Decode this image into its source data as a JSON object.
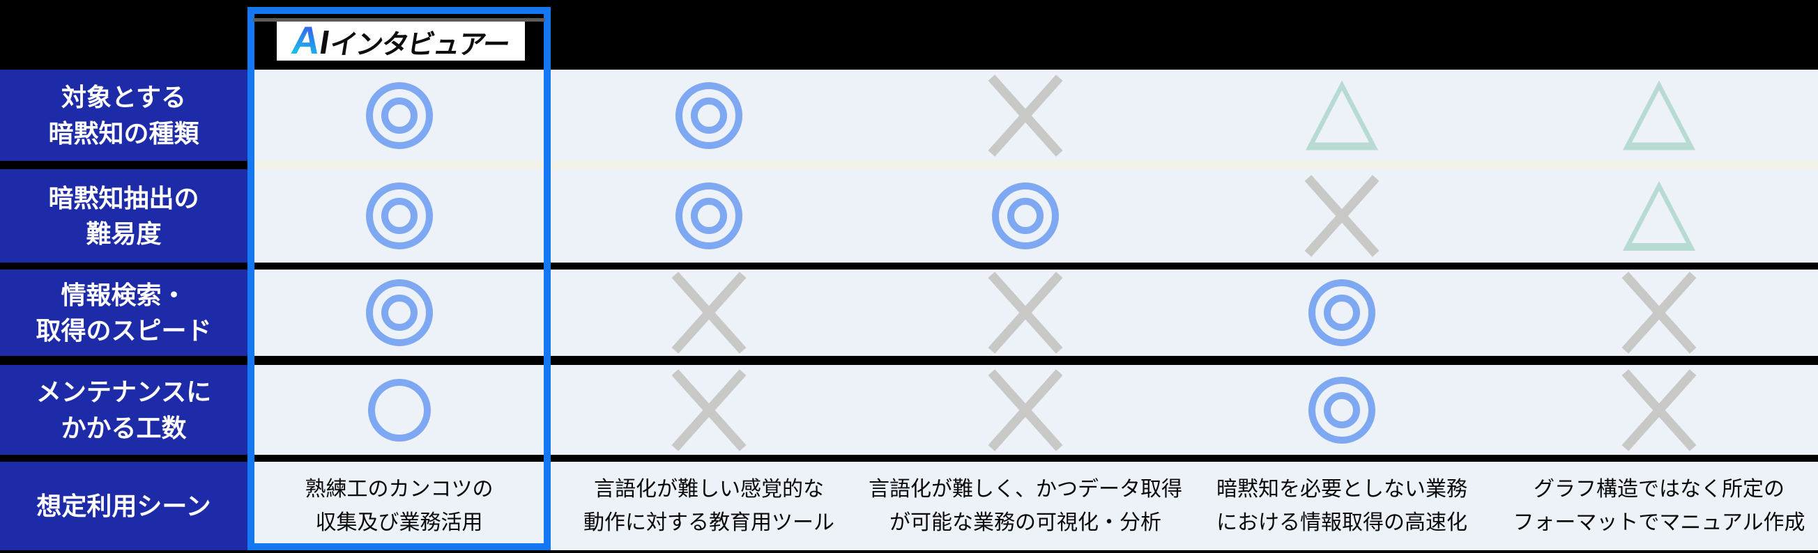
{
  "title": "AIインタビュアー competitor comparison matrix",
  "logo": {
    "a": "A",
    "i": "I",
    "kana": "インタビュアー",
    "full": "AIインタビュアー"
  },
  "colors": {
    "background": "#000000",
    "row_header_bg": "#1e2ba8",
    "row_header_text": "#ffffff",
    "cell_bg": "#edf1f8",
    "highlight_border": "#1478f2",
    "symbol_blue": "#7ea8f1",
    "symbol_gray": "#c8c8c6",
    "symbol_teal": "#b7dad3",
    "light_separator": "#f2f2e8",
    "logo_gradient_top": "#3b50ee",
    "logo_gradient_bottom": "#16c4ea"
  },
  "rows": [
    {
      "label": [
        "対象とする",
        "暗黙知の種類"
      ],
      "cells": [
        "double-circle",
        "double-circle",
        "cross",
        "triangle",
        "triangle"
      ]
    },
    {
      "label": [
        "暗黙知抽出の",
        "難易度"
      ],
      "cells": [
        "double-circle",
        "double-circle",
        "double-circle",
        "cross",
        "triangle"
      ]
    },
    {
      "label": [
        "情報検索・",
        "取得のスピード"
      ],
      "cells": [
        "double-circle",
        "cross",
        "cross",
        "double-circle",
        "cross"
      ]
    },
    {
      "label": [
        "メンテナンスに",
        "かかる工数"
      ],
      "cells": [
        "circle",
        "cross",
        "cross",
        "double-circle",
        "cross"
      ]
    },
    {
      "label": [
        "想定利用シーン"
      ],
      "cells": [
        [
          "熟練工のカンコツの",
          "収集及び業務活用"
        ],
        [
          "言語化が難しい感覚的な",
          "動作に対する教育用ツール"
        ],
        [
          "言語化が難しく、かつデータ取得",
          "が可能な業務の可視化・分析"
        ],
        [
          "暗黙知を必要としない業務",
          "における情報取得の高速化"
        ],
        [
          "グラフ構造ではなく所定の",
          "フォーマットでマニュアル作成"
        ]
      ]
    }
  ],
  "chart_data": {
    "type": "table",
    "title": "AIインタビュアー comparison table",
    "columns": [
      "AIインタビュアー",
      "",
      "",
      "",
      ""
    ],
    "highlighted_column_index": 0,
    "row_labels": [
      "対象とする暗黙知の種類",
      "暗黙知抽出の難易度",
      "情報検索・取得のスピード",
      "メンテナンスにかかる工数",
      "想定利用シーン"
    ],
    "cells": [
      [
        "◎",
        "◎",
        "×",
        "△",
        "△"
      ],
      [
        "◎",
        "◎",
        "◎",
        "×",
        "△"
      ],
      [
        "◎",
        "×",
        "×",
        "◎",
        "×"
      ],
      [
        "○",
        "×",
        "×",
        "◎",
        "×"
      ],
      [
        "熟練工のカンコツの収集及び業務活用",
        "言語化が難しい感覚的な動作に対する教育用ツール",
        "言語化が難しく、かつデータ取得が可能な業務の可視化・分析",
        "暗黙知を必要としない業務における情報取得の高速化",
        "グラフ構造ではなく所定のフォーマットでマニュアル作成"
      ]
    ]
  }
}
